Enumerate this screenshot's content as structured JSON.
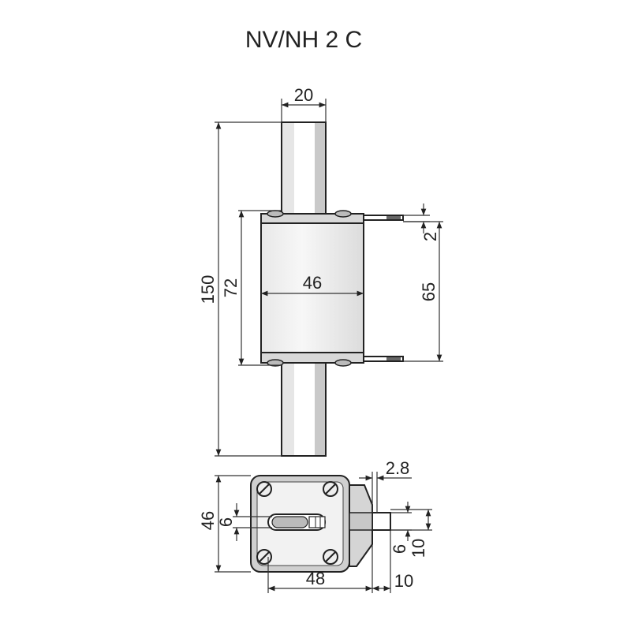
{
  "title": "NV/NH 2 C",
  "dimensions": {
    "blade_width": "20",
    "overall_height": "150",
    "body_height": "72",
    "body_width": "46",
    "contact_thickness": "2",
    "contact_spacing": "65",
    "blade_thickness": "2.8",
    "base_depth": "46",
    "slot_width": "6",
    "base_length": "48",
    "tab_offset": "10",
    "tab_height": "6",
    "tab_total": "10"
  }
}
